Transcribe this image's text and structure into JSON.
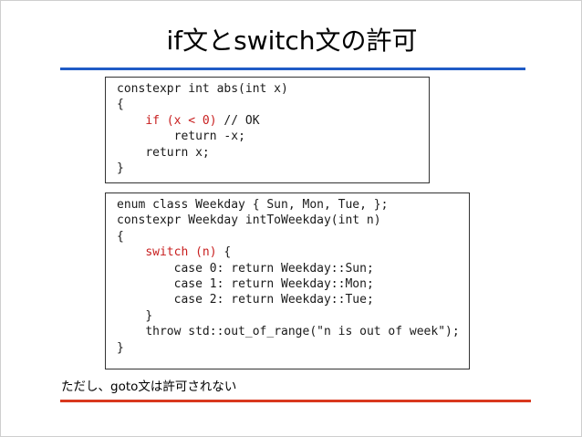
{
  "slide": {
    "title": "if文とswitch文の許可",
    "footnote": "ただし、goto文は許可されない",
    "colors": {
      "title_rule": "#1f5bc6",
      "footer_rule": "#d9381e",
      "keyword": "#c81e1e"
    }
  },
  "code_block_1": {
    "lines": [
      {
        "indent": "",
        "keyword": "",
        "text": "constexpr int abs(int x)"
      },
      {
        "indent": "",
        "keyword": "",
        "text": "{"
      },
      {
        "indent": "    ",
        "keyword": "if (x < 0)",
        "text": " // OK"
      },
      {
        "indent": "        ",
        "keyword": "",
        "text": "return -x;"
      },
      {
        "indent": "    ",
        "keyword": "",
        "text": "return x;"
      },
      {
        "indent": "",
        "keyword": "",
        "text": "}"
      }
    ]
  },
  "code_block_2": {
    "lines": [
      {
        "indent": "",
        "keyword": "",
        "text": "enum class Weekday { Sun, Mon, Tue, };"
      },
      {
        "indent": "",
        "keyword": "",
        "text": "constexpr Weekday intToWeekday(int n)"
      },
      {
        "indent": "",
        "keyword": "",
        "text": "{"
      },
      {
        "indent": "    ",
        "keyword": "switch (n)",
        "text": " {"
      },
      {
        "indent": "        ",
        "keyword": "",
        "text": "case 0: return Weekday::Sun;"
      },
      {
        "indent": "        ",
        "keyword": "",
        "text": "case 1: return Weekday::Mon;"
      },
      {
        "indent": "        ",
        "keyword": "",
        "text": "case 2: return Weekday::Tue;"
      },
      {
        "indent": "    ",
        "keyword": "",
        "text": "}"
      },
      {
        "indent": "    ",
        "keyword": "",
        "text": "throw std::out_of_range(\"n is out of week\");"
      },
      {
        "indent": "",
        "keyword": "",
        "text": "}"
      }
    ]
  }
}
